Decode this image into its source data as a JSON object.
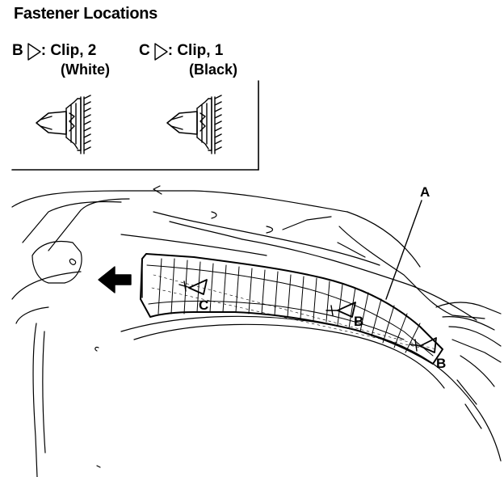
{
  "title": "Fastener Locations",
  "legend": {
    "b": {
      "letter": "B",
      "text": ": Clip, 2",
      "color": "(White)"
    },
    "c": {
      "letter": "C",
      "text": ": Clip, 1",
      "color": "(Black)"
    }
  },
  "callouts": {
    "a": "A",
    "c": "C",
    "b1": "B",
    "b2": "B"
  }
}
